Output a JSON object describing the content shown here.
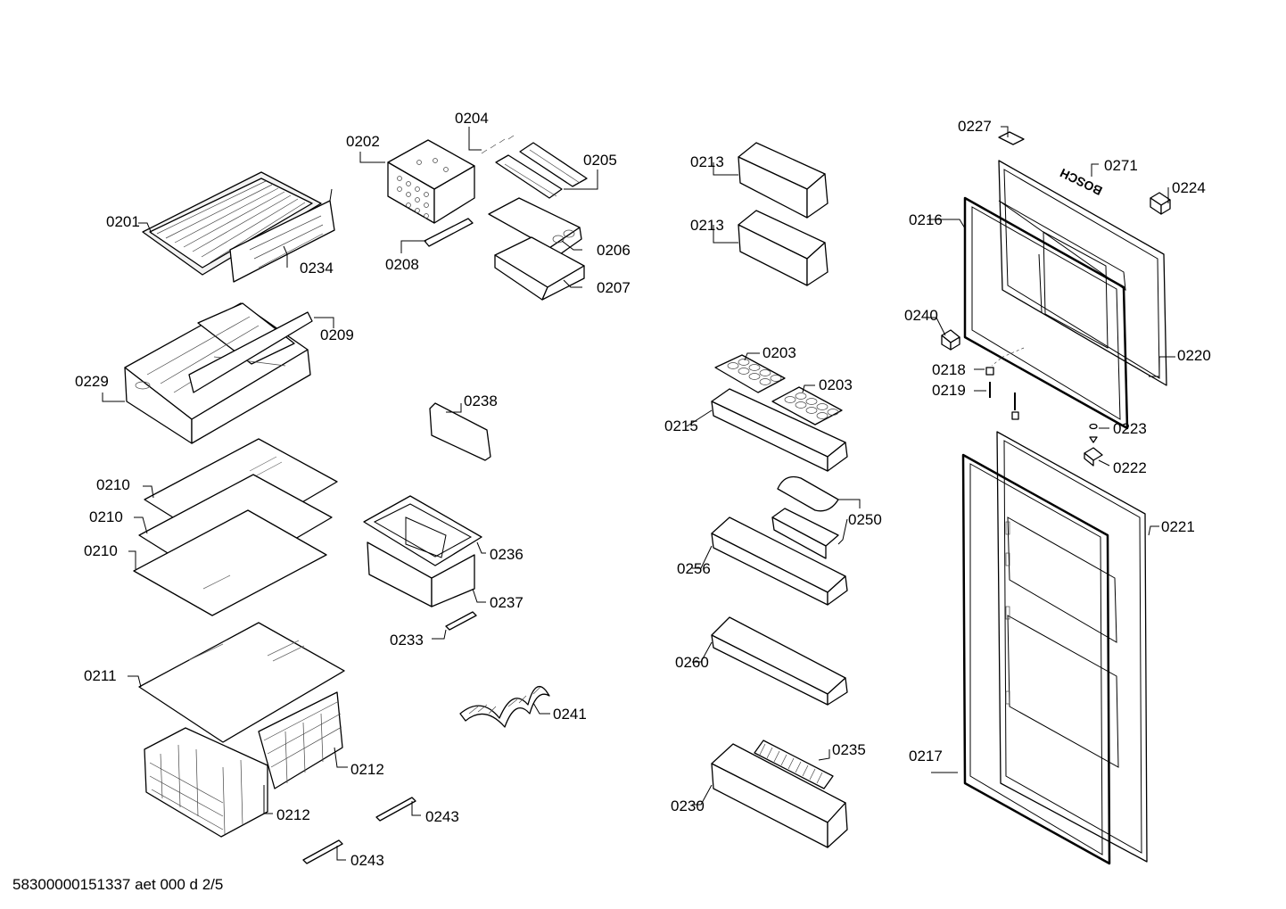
{
  "diagram": {
    "footer": "58300000151337 aet 000 d 2/5",
    "parts": [
      {
        "id": "0201"
      },
      {
        "id": "0202"
      },
      {
        "id": "0204"
      },
      {
        "id": "0205"
      },
      {
        "id": "0206"
      },
      {
        "id": "0207"
      },
      {
        "id": "0208"
      },
      {
        "id": "0234"
      },
      {
        "id": "0209"
      },
      {
        "id": "0229"
      },
      {
        "id": "0210"
      },
      {
        "id": "0210"
      },
      {
        "id": "0210"
      },
      {
        "id": "0211"
      },
      {
        "id": "0212"
      },
      {
        "id": "0212"
      },
      {
        "id": "0238"
      },
      {
        "id": "0236"
      },
      {
        "id": "0237"
      },
      {
        "id": "0233"
      },
      {
        "id": "0241"
      },
      {
        "id": "0243"
      },
      {
        "id": "0243"
      },
      {
        "id": "0213"
      },
      {
        "id": "0213"
      },
      {
        "id": "0203"
      },
      {
        "id": "0203"
      },
      {
        "id": "0215"
      },
      {
        "id": "0250"
      },
      {
        "id": "0256"
      },
      {
        "id": "0260"
      },
      {
        "id": "0235"
      },
      {
        "id": "0230"
      },
      {
        "id": "0227"
      },
      {
        "id": "0271"
      },
      {
        "id": "0224"
      },
      {
        "id": "0216"
      },
      {
        "id": "0240"
      },
      {
        "id": "0218"
      },
      {
        "id": "0219"
      },
      {
        "id": "0220"
      },
      {
        "id": "0223"
      },
      {
        "id": "0222"
      },
      {
        "id": "0221"
      },
      {
        "id": "0217"
      }
    ],
    "logo_text": "BOSCH"
  }
}
